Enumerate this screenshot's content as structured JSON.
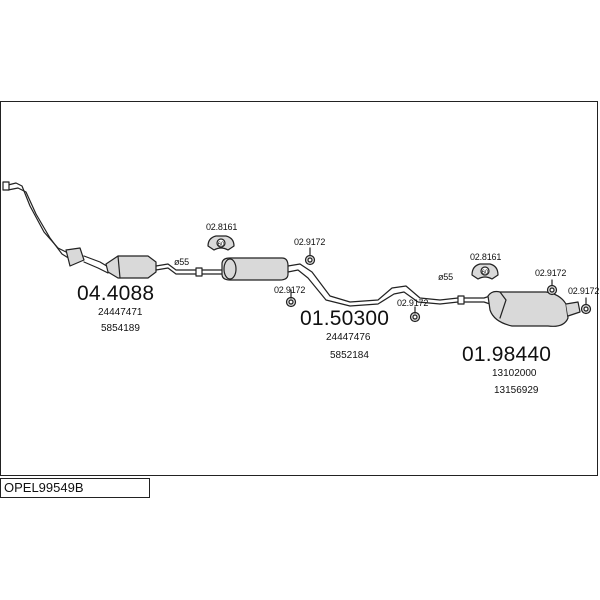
{
  "diagram_code": "OPEL99549B",
  "parts": [
    {
      "number": "04.4088",
      "refs": [
        "24447471",
        "5854189"
      ]
    },
    {
      "number": "01.50300",
      "refs": [
        "24447476",
        "5852184"
      ]
    },
    {
      "number": "01.98440",
      "refs": [
        "13102000",
        "13156929"
      ]
    }
  ],
  "accessories": {
    "mount_a": "02.8161",
    "mount_b": "02.8161",
    "clamp_1": "02.9172",
    "clamp_2": "02.9172",
    "clamp_3": "02.9172",
    "clamp_4": "02.9172",
    "clamp_5": "02.9172"
  },
  "diameters": [
    "ø55",
    "ø55"
  ],
  "mount_icon_text": [
    "60",
    "60"
  ],
  "colors": {
    "line": "#222222",
    "fill": "#d9d9d9",
    "background": "#ffffff"
  }
}
